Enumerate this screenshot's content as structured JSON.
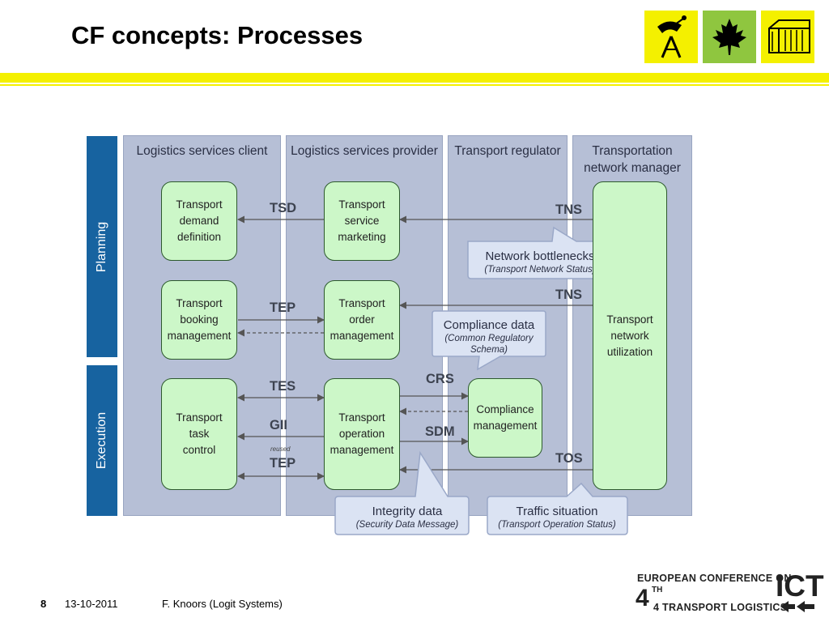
{
  "title": "CF concepts: Processes",
  "phases": [
    {
      "label": "Planning"
    },
    {
      "label": "Execution"
    }
  ],
  "columns": [
    {
      "label": "Logistics services client"
    },
    {
      "label": "Logistics services provider"
    },
    {
      "label": "Transport regulator"
    },
    {
      "label": "Transportation\nnetwork manager"
    }
  ],
  "processes": {
    "tdd": "Transport\ndemand\ndefinition",
    "tbm": "Transport\nbooking\nmanagement",
    "ttc": "Transport\ntask\ncontrol",
    "tsm": "Transport\nservice\nmarketing",
    "tom": "Transport\norder\nmanagement",
    "topm": "Transport\noperation\nmanagement",
    "cm": "Compliance\nmanagement",
    "tnu": "Transport\nnetwork\nutilization"
  },
  "messages": {
    "tsd": "TSD",
    "tns1": "TNS",
    "tep1": "TEP",
    "tns2": "TNS",
    "tes": "TES",
    "crs": "CRS",
    "gii": "GII",
    "sdm": "SDM",
    "reused": "reused",
    "tep2": "TEP",
    "tos": "TOS"
  },
  "callouts": {
    "network": {
      "title": "Network bottlenecks",
      "sub": "(Transport Network Status)"
    },
    "compliance": {
      "title": "Compliance data",
      "sub1": "(Common Regulatory",
      "sub2": "Schema)"
    },
    "integrity": {
      "title": "Integrity data",
      "sub": "(Security Data Message)"
    },
    "traffic": {
      "title": "Traffic situation",
      "sub": "(Transport Operation Status)"
    }
  },
  "footer": {
    "page": "8",
    "date": "13-10-2011",
    "author": "F. Knoors (Logit Systems)"
  },
  "conference": {
    "line1": "EUROPEAN CONFERENCE ON",
    "num": "4",
    "th": "TH",
    "line2": "4 TRANSPORT LOGISTICS",
    "ict": "ICT"
  },
  "icons": [
    "antenna-logo-icon",
    "maple-leaf-logo-icon",
    "container-logo-icon",
    "arrows-logo-icon"
  ],
  "colors": {
    "accent_yellow": "#f4f000",
    "phase_blue": "#1763a0",
    "lane_fill": "#b6bfd6",
    "process_fill": "#ccf7c8",
    "logo_green": "#8fc63f"
  }
}
